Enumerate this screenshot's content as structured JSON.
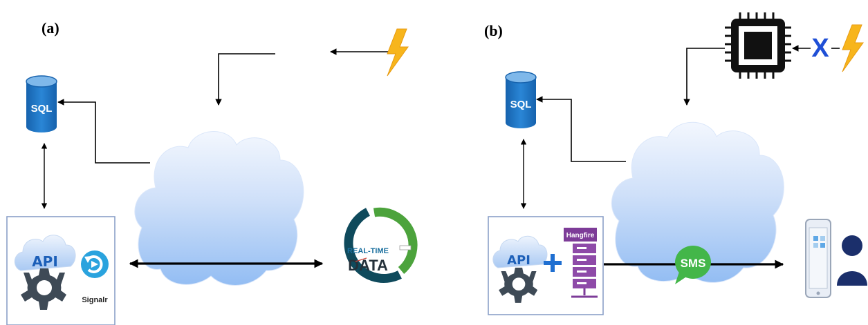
{
  "panels": {
    "a": {
      "label": "(a)",
      "sql_label": "SQL",
      "api_label": "API",
      "signalr_label": "Signalr",
      "realtime_top": "REAL-TIME",
      "realtime_bottom": "DATA"
    },
    "b": {
      "label": "(b)",
      "sql_label": "SQL",
      "api_label": "API",
      "hangfire_label": "Hangfire",
      "sms_label": "SMS",
      "x_label": "X"
    }
  },
  "colors": {
    "sql_blue": "#1e73be",
    "cloud_top": "#eef4fd",
    "cloud_bottom": "#9fc4f4",
    "lightning": "#f7b51c",
    "gear": "#3e4a56",
    "signalr_blue": "#2aa3de",
    "plus_blue": "#1f6fd1",
    "hangfire_purple": "#7d3c98",
    "sms_green": "#43b649",
    "realtime_dark": "#0f4a5c",
    "realtime_green": "#4ca33c",
    "person_navy": "#1b2f6b",
    "x_blue": "#1f4fd6",
    "chip_black": "#111111",
    "box_border": "#8aa0c8"
  },
  "icons": [
    "database-icon",
    "cloud-icon",
    "lightning-icon",
    "gear-icon",
    "signalr-icon",
    "realtime-data-icon",
    "cpu-chip-icon",
    "x-icon",
    "hangfire-server-icon",
    "sms-bubble-icon",
    "smartphone-icon",
    "person-icon",
    "plus-icon"
  ]
}
